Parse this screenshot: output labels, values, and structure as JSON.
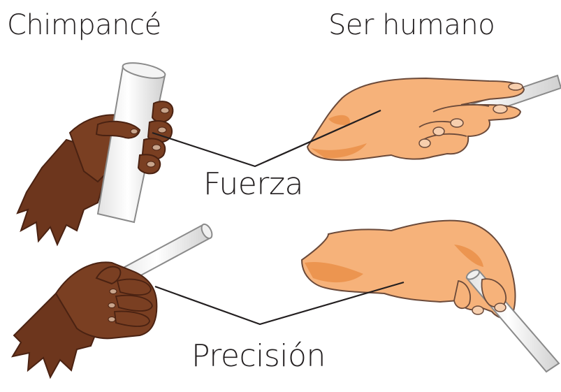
{
  "columns": {
    "left": "Chimpancé",
    "right": "Ser humano"
  },
  "grips": {
    "power": "Fuerza",
    "precision": "Precisión"
  },
  "colors": {
    "chimp_hand": "#7a3f22",
    "chimp_shadow": "#4a2212",
    "human_hand": "#f6b27a",
    "human_shadow": "#e8893f",
    "outline": "#6b4a3a",
    "tube": "#ffffff",
    "leader_line": "#231f20"
  }
}
